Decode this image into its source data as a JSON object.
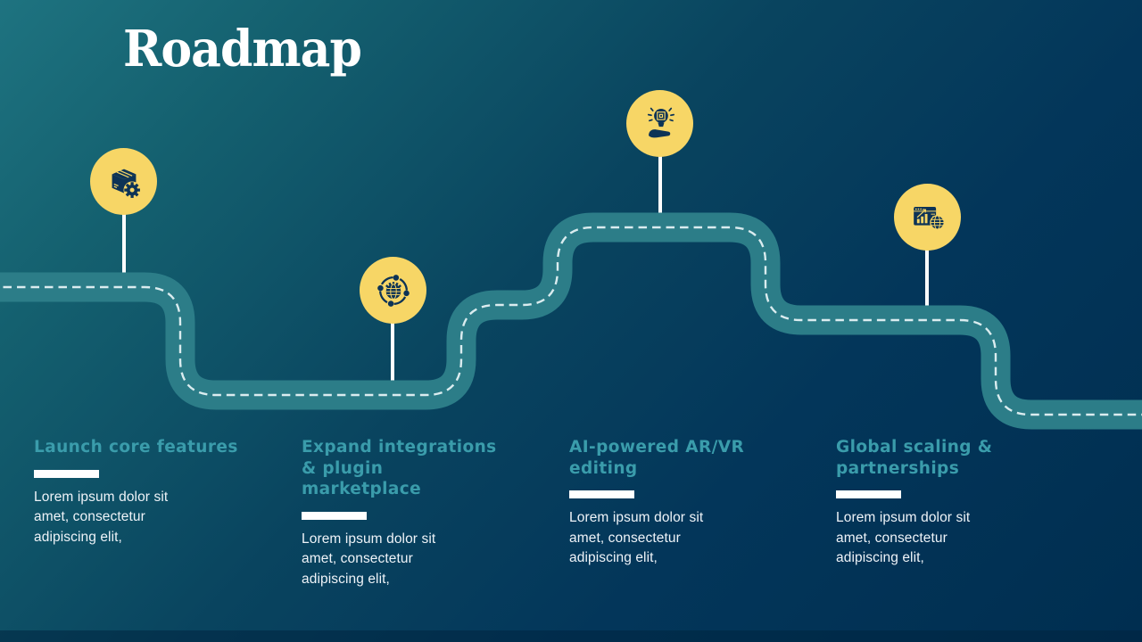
{
  "title": "Roadmap",
  "colors": {
    "background_top_left": "#1e7380",
    "background_bottom_right": "#002e50",
    "road": "#2c7d88",
    "road_dash": "#e4f2f4",
    "marker_fill": "#f7d666",
    "icon_color": "#0d3356",
    "heading": "#3a9cab",
    "body_text": "#eef3f8",
    "underline": "#ffffff"
  },
  "milestones": [
    {
      "icon": "package-gear-icon",
      "heading": "Launch core features",
      "body": "Lorem ipsum dolor sit\namet, consectetur\nadipiscing elit,"
    },
    {
      "icon": "globe-network-icon",
      "heading": "Expand integrations\n& plugin marketplace",
      "body": "Lorem ipsum dolor sit\namet, consectetur\nadipiscing elit,"
    },
    {
      "icon": "ai-idea-hand-icon",
      "heading": "AI-powered AR/VR\nediting",
      "body": "Lorem ipsum dolor sit\namet, consectetur\nadipiscing elit,"
    },
    {
      "icon": "global-analytics-icon",
      "heading": "Global scaling &\npartnerships",
      "body": "Lorem ipsum dolor sit\namet, consectetur\nadipiscing elit,"
    }
  ]
}
